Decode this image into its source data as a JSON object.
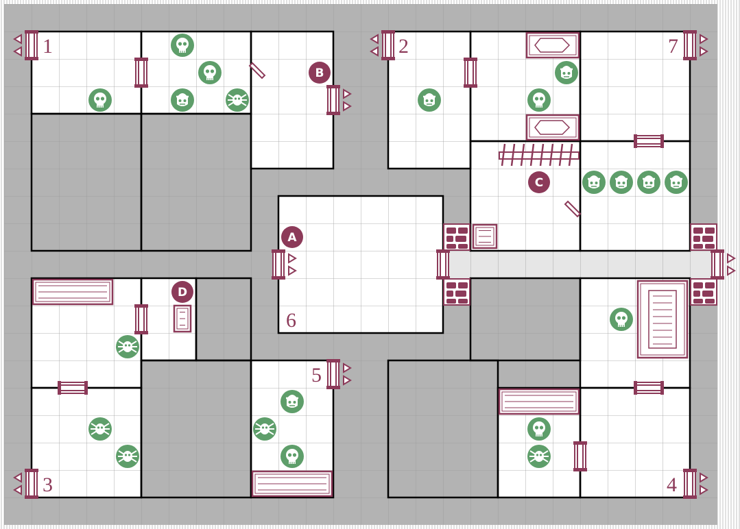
{
  "colors": {
    "floor": "#b3b3b3",
    "room": "#ffffff",
    "grid": "#9a9a9a",
    "wall": "#000000",
    "maroon": "#8c3a59",
    "monster": "#5e9e6a",
    "corridor_highlight": "#e6e6e6"
  },
  "room_numbers": [
    "1",
    "2",
    "3",
    "4",
    "5",
    "6",
    "7"
  ],
  "markers": [
    "A",
    "B",
    "C",
    "D"
  ],
  "monster_types": [
    "skull-icon",
    "zombie-icon",
    "spider-icon"
  ],
  "furniture_types": [
    "coffin-icon",
    "weapon-rack-icon",
    "tomb-icon",
    "bookcase-icon",
    "torture-rack-icon",
    "table-icon",
    "chest-icon",
    "rubble-icon",
    "trap-icon"
  ]
}
